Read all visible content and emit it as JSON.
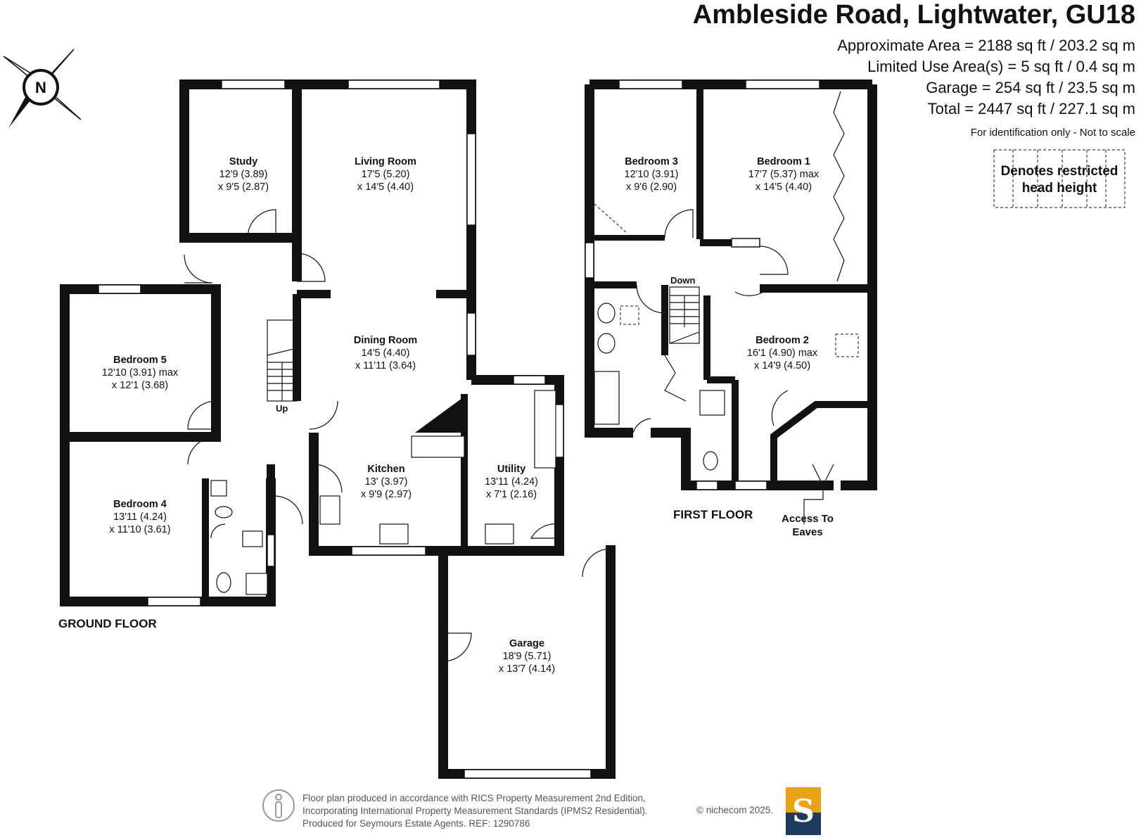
{
  "title": "Ambleside Road, Lightwater, GU18",
  "areas": [
    "Approximate Area = 2188 sq ft / 203.2 sq m",
    "Limited Use Area(s) = 5 sq ft / 0.4 sq m",
    "Garage = 254 sq ft / 23.5 sq m",
    "Total = 2447 sq ft / 227.1 sq m"
  ],
  "note": "For identification only - Not to scale",
  "legend": {
    "restricted_line1": "Denotes restricted",
    "restricted_line2": "head height"
  },
  "compass": {
    "label": "N"
  },
  "ground_floor": {
    "label": "GROUND FLOOR",
    "up_label": "Up",
    "rooms": [
      {
        "name": "Study",
        "dims": [
          "12'9 (3.89)",
          "x 9'5 (2.87)"
        ]
      },
      {
        "name": "Living Room",
        "dims": [
          "17'5 (5.20)",
          "x 14'5 (4.40)"
        ]
      },
      {
        "name": "Dining Room",
        "dims": [
          "14'5 (4.40)",
          "x 11'11 (3.64)"
        ]
      },
      {
        "name": "Bedroom 5",
        "dims": [
          "12'10 (3.91) max",
          "x 12'1 (3.68)"
        ]
      },
      {
        "name": "Bedroom 4",
        "dims": [
          "13'11 (4.24)",
          "x 11'10 (3.61)"
        ]
      },
      {
        "name": "Kitchen",
        "dims": [
          "13' (3.97)",
          "x 9'9 (2.97)"
        ]
      },
      {
        "name": "Utility",
        "dims": [
          "13'11 (4.24)",
          "x 7'1 (2.16)"
        ]
      },
      {
        "name": "Garage",
        "dims": [
          "18'9 (5.71)",
          "x 13'7 (4.14)"
        ]
      }
    ]
  },
  "first_floor": {
    "label": "FIRST FLOOR",
    "down_label": "Down",
    "eaves_label": [
      "Access To",
      "Eaves"
    ],
    "rooms": [
      {
        "name": "Bedroom 3",
        "dims": [
          "12'10 (3.91)",
          "x 9'6 (2.90)"
        ]
      },
      {
        "name": "Bedroom 1",
        "dims": [
          "17'7 (5.37) max",
          "x 14'5 (4.40)"
        ]
      },
      {
        "name": "Bedroom 2",
        "dims": [
          "16'1 (4.90) max",
          "x 14'9 (4.50)"
        ]
      }
    ]
  },
  "footer": {
    "lines": [
      "Floor plan produced in accordance with RICS Property Measurement 2nd Edition,",
      "Incorporating International Property Measurement Standards (IPMS2 Residential).",
      "Produced for Seymours Estate Agents.   REF: 1290786"
    ],
    "copyright": "© nichecom 2025.",
    "logo_letter": "S",
    "logo_colors": {
      "top": "#e8a317",
      "bottom": "#1f3a5f"
    }
  }
}
